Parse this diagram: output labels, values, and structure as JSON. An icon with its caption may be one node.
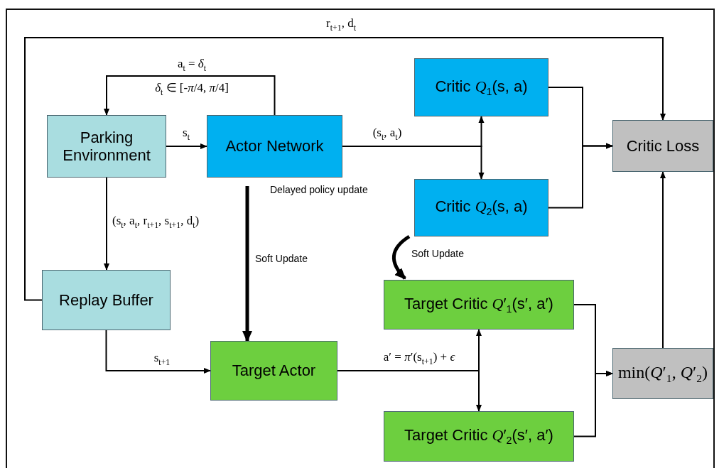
{
  "diagram": {
    "nodes": [
      {
        "text": [
          "Parking Environment"
        ]
      },
      {
        "text": [
          "Actor Network"
        ]
      },
      {
        "text": [
          "Critic *Q*$_{1}$(s, a)"
        ]
      },
      {
        "text": [
          "Critic *Q*$_{2}$(s, a)"
        ]
      },
      {
        "text": [
          "Critic Loss"
        ]
      },
      {
        "text": [
          "Replay Buffer"
        ]
      },
      {
        "text": [
          "Target Actor"
        ]
      },
      {
        "text": [
          "Target Critic *Q*′$_{1}$(s′, a′)"
        ]
      },
      {
        "text": [
          "Target Critic *Q*′$_{2}$(s′, a′)"
        ]
      },
      {
        "text": [
          "min(*Q*′$_{1}$, *Q*′$_{2}$)"
        ]
      }
    ],
    "edges": [
      {
        "from": 1,
        "to": 0,
        "arrow": "to",
        "label": "a$_{t}$ = *δ*$_{t}$"
      },
      {
        "from": 0,
        "to": 1,
        "arrow": "to",
        "label": "s$_{t}$"
      },
      {
        "from": 0,
        "to": 5,
        "arrow": "to",
        "label": "(s$_{t}$, a$_{t}$, r$_{t+1}$, s$_{t+1}$, d$_{t}$)"
      },
      {
        "from": 5,
        "to": 4,
        "arrow": "to",
        "label": "r$_{t+1}$, d$_{t}$"
      },
      {
        "from": 1,
        "to": 2,
        "arrow": "to",
        "label": "(s$_{t}$, a$_{t}$)"
      },
      {
        "from": 1,
        "to": 3,
        "arrow": "to"
      },
      {
        "from": 2,
        "to": 4,
        "arrow": "to"
      },
      {
        "from": 3,
        "to": 4,
        "arrow": "to"
      },
      {
        "from": 1,
        "to": 6,
        "arrow": "to",
        "label": "Soft Update",
        "style": "thick"
      },
      {
        "from": 3,
        "to": 7,
        "arrow": "to",
        "label": "Soft Update",
        "style": "thick"
      },
      {
        "from": 5,
        "to": 6,
        "arrow": "to",
        "label": "s$_{t+1}$"
      },
      {
        "from": 6,
        "to": 7,
        "arrow": "to",
        "label": "a′ = *π*′(s$_{t+1}$) + *ϵ*"
      },
      {
        "from": 6,
        "to": 8,
        "arrow": "to"
      },
      {
        "from": 7,
        "to": 9,
        "arrow": "to"
      },
      {
        "from": 8,
        "to": 9,
        "arrow": "to"
      },
      {
        "from": 9,
        "to": 4,
        "arrow": "to"
      }
    ],
    "labels": [
      "*δ*$_{t}$ ∈ [-*π*/4, *π*/4]",
      "Delayed policy update"
    ]
  }
}
